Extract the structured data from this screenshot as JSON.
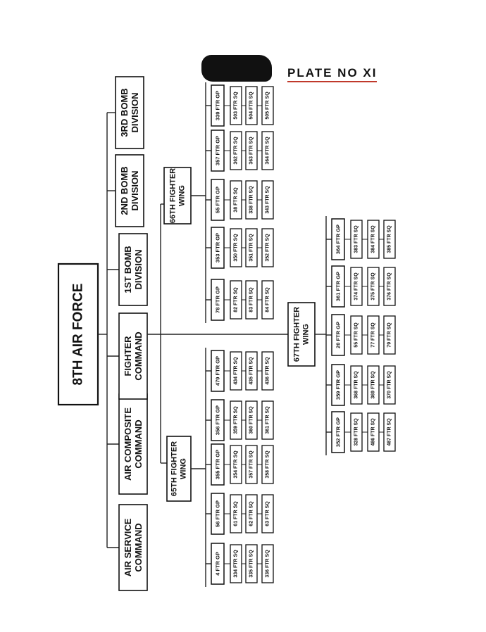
{
  "plate_title": "PLATE NO XI",
  "colors": {
    "ink": "#111111",
    "line": "#222222",
    "red_ink": "#c0392b"
  },
  "root": {
    "label": "8TH AIR FORCE"
  },
  "commands": [
    {
      "id": "air-service-command",
      "lines": [
        "AIR SERVICE",
        "COMMAND"
      ]
    },
    {
      "id": "air-composite-command",
      "lines": [
        "AIR COMPOSITE",
        "COMMAND"
      ]
    },
    {
      "id": "fighter-command",
      "lines": [
        "FIGHTER",
        "COMMAND"
      ]
    },
    {
      "id": "1st-bomb-division",
      "lines": [
        "1ST BOMB",
        "DIVISION"
      ]
    },
    {
      "id": "2nd-bomb-division",
      "lines": [
        "2ND BOMB",
        "DIVISION"
      ]
    },
    {
      "id": "3rd-bomb-division",
      "lines": [
        "3RD BOMB",
        "DIVISION"
      ]
    }
  ],
  "wings": [
    {
      "id": "65th-fighter-wing",
      "lines": [
        "65TH FIGHTER",
        "WING"
      ]
    },
    {
      "id": "66th-fighter-wing",
      "lines": [
        "66TH FIGHTER",
        "WING"
      ]
    },
    {
      "id": "67th-fighter-wing",
      "lines": [
        "67TH FIGHTER",
        "WING"
      ]
    }
  ],
  "groups": {
    "wing65": [
      {
        "group": "4 FTR GP",
        "squadrons": [
          "334 FTR SQ",
          "335 FTR SQ",
          "336 FTR SQ"
        ]
      },
      {
        "group": "56 FTR GP",
        "squadrons": [
          "61 FTR SQ",
          "62 FTR SQ",
          "63 FTR SQ"
        ]
      },
      {
        "group": "355 FTR GP",
        "squadrons": [
          "354 FTR SQ",
          "357 FTR SQ",
          "358 FTR SQ"
        ]
      },
      {
        "group": "356 FTR GP",
        "squadrons": [
          "359 FTR SQ",
          "360 FTR SQ",
          "361 FTR SQ"
        ]
      },
      {
        "group": "479 FTR GP",
        "squadrons": [
          "434 FTR SQ",
          "435 FTR SQ",
          "436 FTR SQ"
        ]
      }
    ],
    "wing66": [
      {
        "group": "78 FTR GP",
        "squadrons": [
          "82 FTR SQ",
          "83 FTR SQ",
          "84 FTR SQ"
        ]
      },
      {
        "group": "353 FTR GP",
        "squadrons": [
          "350 FTR SQ",
          "351 FTR SQ",
          "352 FTR SQ"
        ]
      },
      {
        "group": "55 FTR GP",
        "squadrons": [
          "38 FTR SQ",
          "338 FTR SQ",
          "343 FTR SQ"
        ]
      },
      {
        "group": "357 FTR GP",
        "squadrons": [
          "362 FTR SQ",
          "363 FTR SQ",
          "364 FTR SQ"
        ]
      },
      {
        "group": "339 FTR GP",
        "squadrons": [
          "503 FTR SQ",
          "504 FTR SQ",
          "505 FTR SQ"
        ]
      }
    ],
    "wing67": [
      {
        "group": "352 FTR GP",
        "squadrons": [
          "328 FTR SQ",
          "486 FTR SQ",
          "487 FTR SQ"
        ]
      },
      {
        "group": "359 FTR GP",
        "squadrons": [
          "368 FTR SQ",
          "369 FTR SQ",
          "370 FTR SQ"
        ]
      },
      {
        "group": "20 FTR GP",
        "squadrons": [
          "55 FTR SQ",
          "77 FTR SQ",
          "79 FTR SQ"
        ]
      },
      {
        "group": "361 FTR GP",
        "squadrons": [
          "374 FTR SQ",
          "375 FTR SQ",
          "376 FTR SQ"
        ]
      },
      {
        "group": "364 FTR GP",
        "squadrons": [
          "383 FTR SQ",
          "384 FTR SQ",
          "385 FTR SQ"
        ]
      }
    ]
  }
}
